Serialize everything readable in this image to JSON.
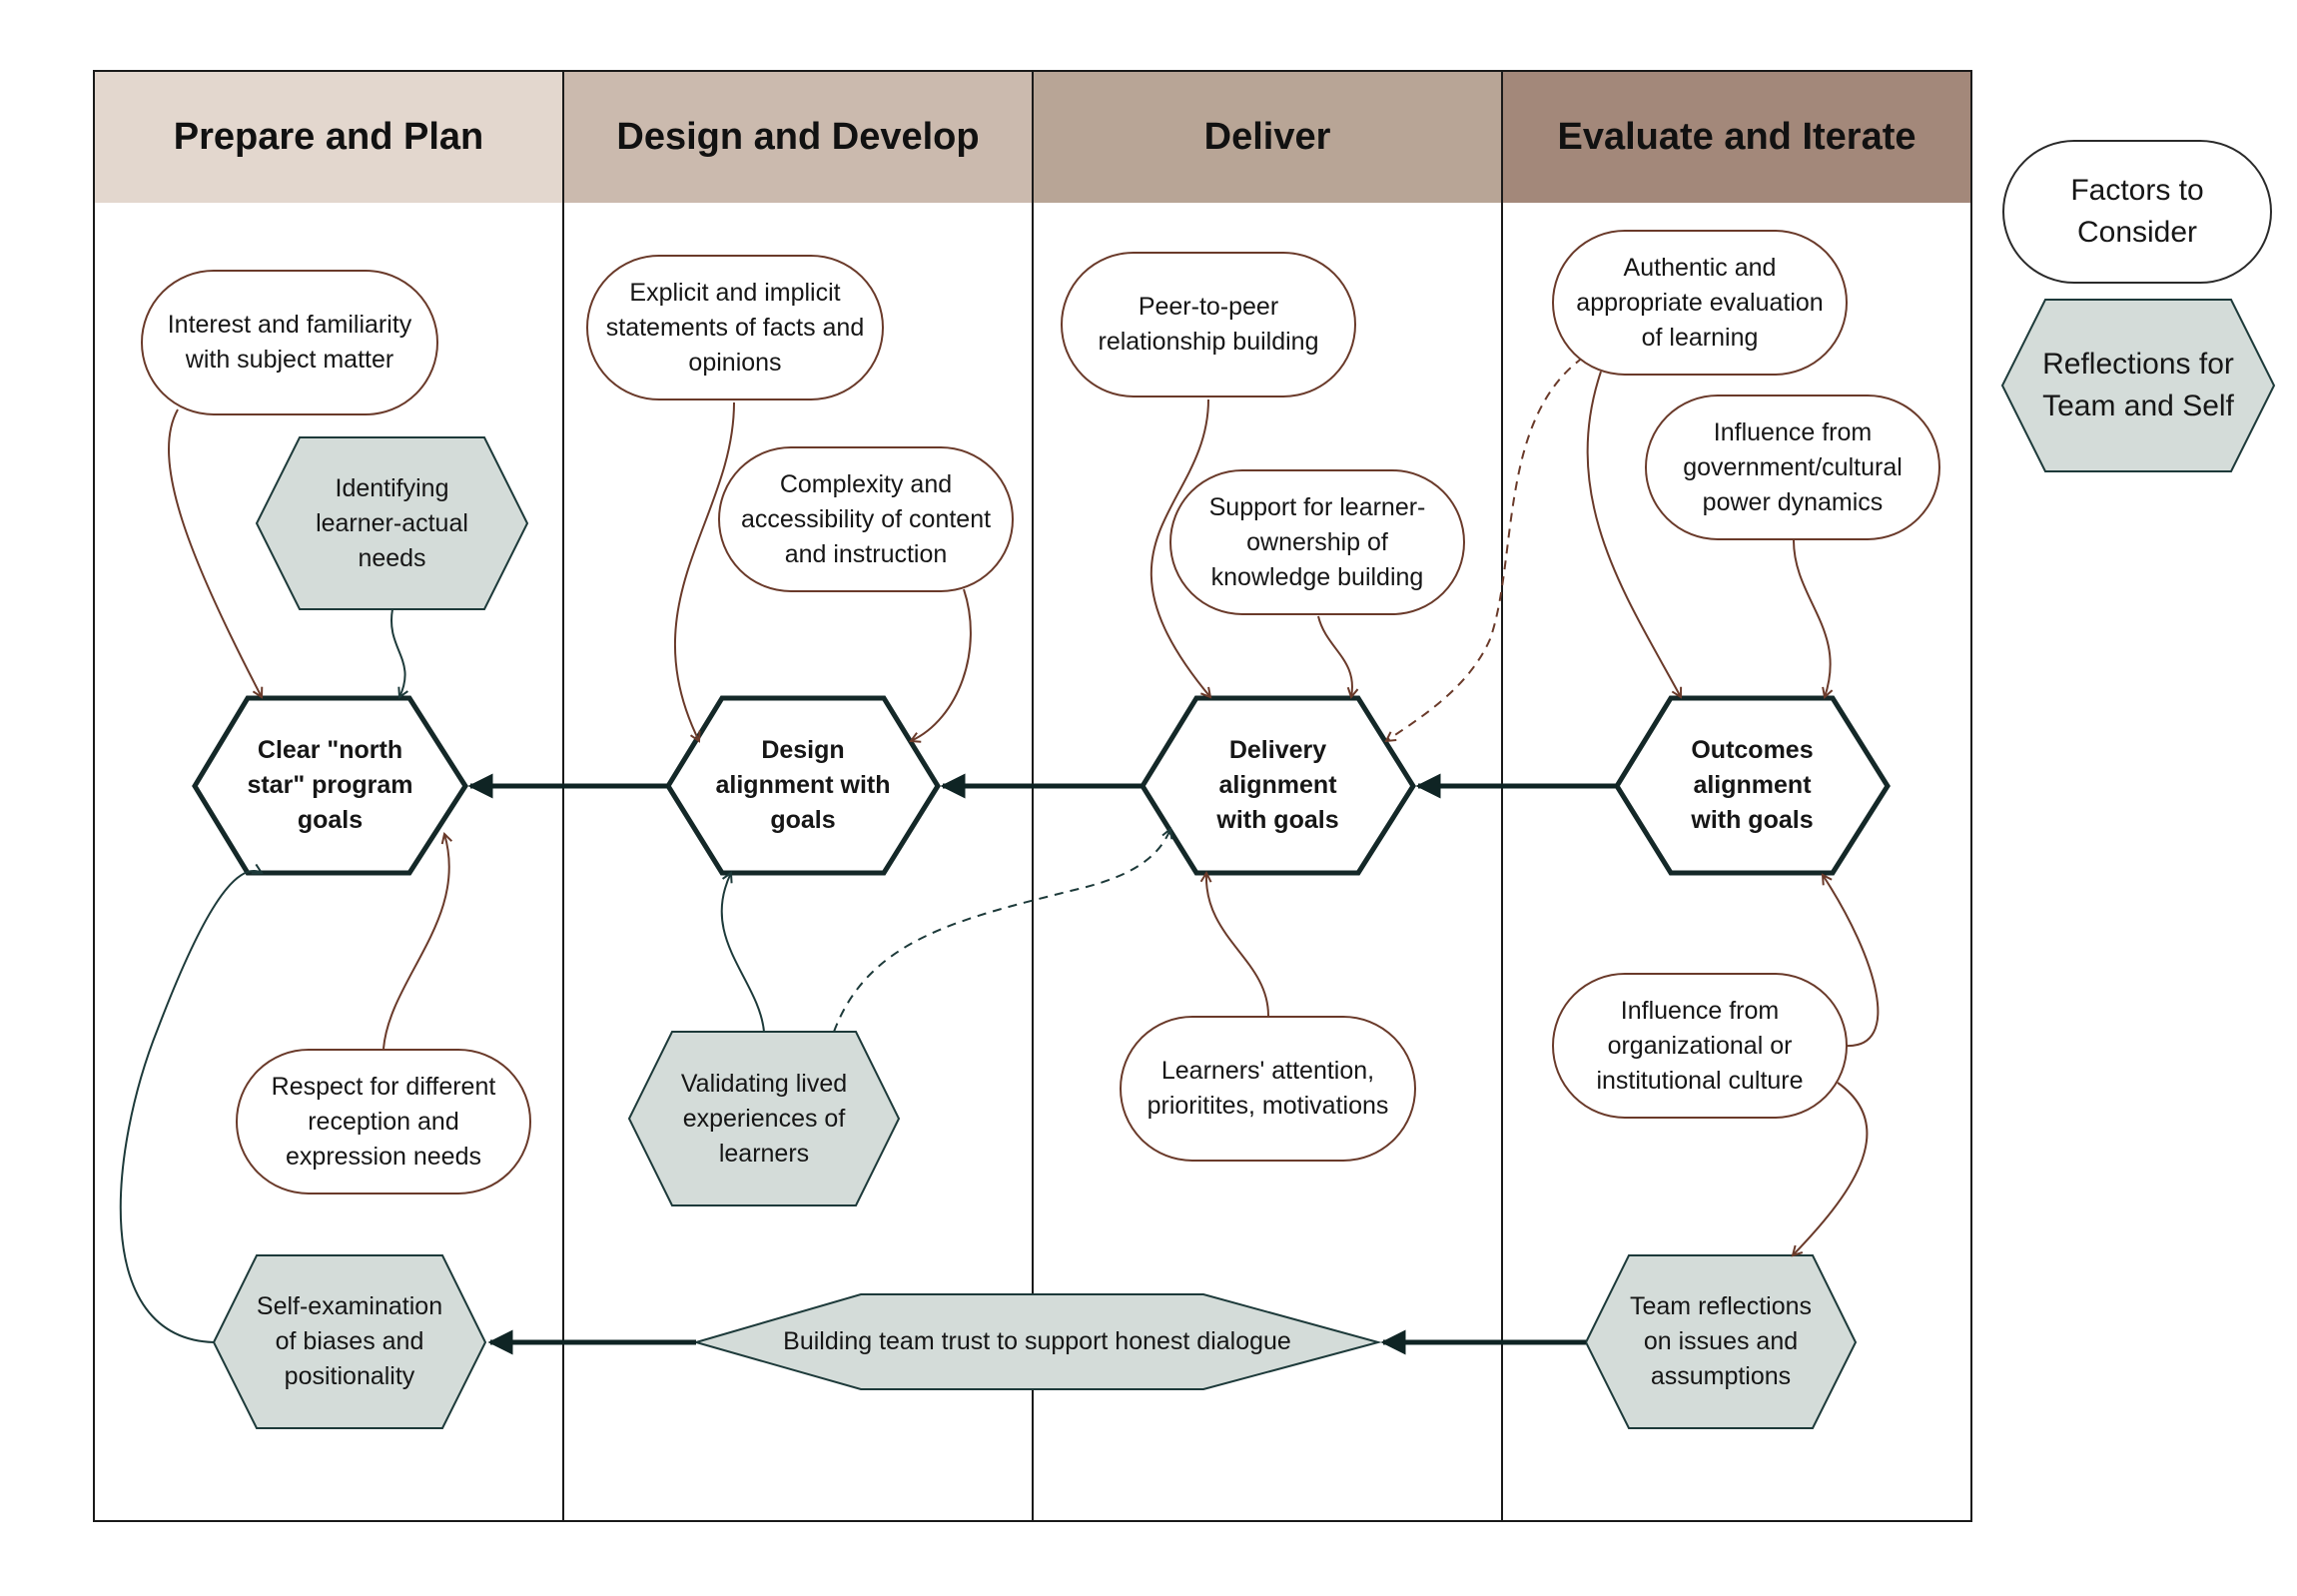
{
  "phases": [
    {
      "label": "Prepare and Plan",
      "color": "#e3d7ce"
    },
    {
      "label": "Design and Develop",
      "color": "#cbbaae"
    },
    {
      "label": "Deliver",
      "color": "#b8a596"
    },
    {
      "label": "Evaluate and Iterate",
      "color": "#a3887a"
    }
  ],
  "legend": {
    "factors": "Factors to Consider",
    "reflections": "Reflections for Team and Self"
  },
  "goals": {
    "north_star": "Clear \"north star\" program goals",
    "design": "Design alignment with goals",
    "delivery": "Delivery alignment with goals",
    "outcomes": "Outcomes alignment with goals"
  },
  "factors": {
    "interest": "Interest and familiarity with subject matter",
    "respect": "Respect for different reception and expression needs",
    "statements": "Explicit and implicit statements of facts and opinions",
    "complexity": "Complexity and accessibility of content and instruction",
    "peer": "Peer-to-peer relationship building",
    "ownership": "Support for learner-ownership of knowledge building",
    "attention": "Learners' attention, prioritites, motivations",
    "authentic": "Authentic and appropriate evaluation of learning",
    "government": "Influence from government/cultural power dynamics",
    "organizational": "Influence from organizational or institutional culture"
  },
  "reflections": {
    "identifying": "Identifying learner-actual needs",
    "validating": "Validating lived experiences of learners",
    "self_exam": "Self-examination of biases and positionality",
    "team_reflections": "Team reflections on issues and assumptions",
    "trust": "Building team trust to support honest dialogue"
  },
  "colors": {
    "hex_fill": "#d4dcd9",
    "hex_stroke": "#1d3a3a",
    "goal_stroke": "#142828",
    "factor_arrow": "#6a3a2a",
    "reflection_arrow": "#1d3a3a",
    "main_arrow": "#0f2424"
  }
}
